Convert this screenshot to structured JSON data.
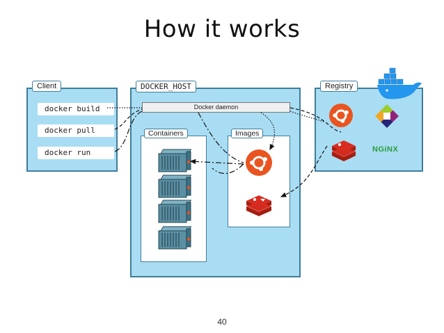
{
  "title": "How it works",
  "page_number": "40",
  "client": {
    "label": "Client",
    "commands": [
      "docker build",
      "docker pull",
      "docker run"
    ]
  },
  "docker_host": {
    "label": "DOCKER_HOST",
    "daemon": "Docker daemon",
    "containers_label": "Containers",
    "images_label": "Images"
  },
  "registry": {
    "label": "Registry",
    "nginx_text": "NGiNX"
  },
  "colors": {
    "panel": "#a9ddf3",
    "border": "#3f7d99",
    "ubuntu": "#e95420",
    "redis": "#d82c20",
    "nginx": "#2d9b3a",
    "docker_whale": "#2496ed"
  },
  "icons": [
    "ubuntu-icon",
    "redis-icon",
    "centos-icon",
    "docker-whale-icon",
    "container-icon"
  ]
}
